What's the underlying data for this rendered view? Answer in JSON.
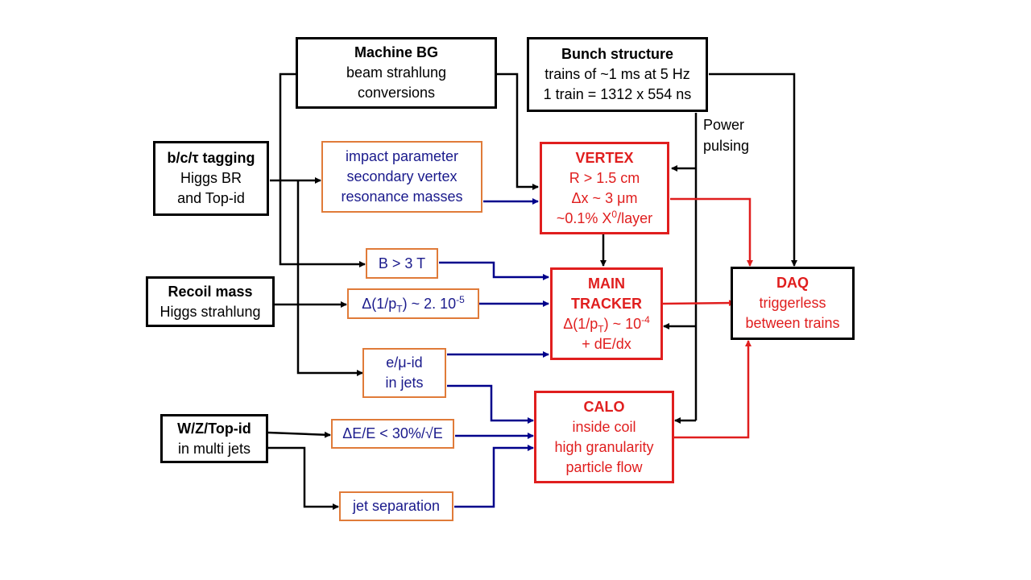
{
  "colors": {
    "requirement_border": "#000000",
    "performance_border": "#E07B39",
    "performance_text": "#1A1A8C",
    "detector_red": "#E01E1E",
    "link_blue": "#00008B"
  },
  "requirements": {
    "machine_bg": {
      "title": "Machine BG",
      "line1": "beam strahlung",
      "line2": "conversions"
    },
    "bunch": {
      "title": "Bunch structure",
      "line1": "trains of ~1 ms at 5 Hz",
      "line2": "1 train = 1312 x 554 ns"
    },
    "btag": {
      "title": "b/c/τ tagging",
      "line1": "Higgs BR",
      "line2": "and Top-id"
    },
    "recoil": {
      "title": "Recoil mass",
      "line1": "Higgs strahlung"
    },
    "wz": {
      "title": "W/Z/Top-id",
      "line1": "in multi jets"
    }
  },
  "performance": {
    "impact": {
      "line1": "impact parameter",
      "line2": "secondary vertex",
      "line3": "resonance masses"
    },
    "bfield": {
      "text": "B > 3 T"
    },
    "momentum": {
      "prefix": "Δ(1/p",
      "sub": "T",
      "mid": ") ~ 2. 10",
      "sup": "-5"
    },
    "eid": {
      "line1": "e/μ-id",
      "line2": "in jets"
    },
    "energy": {
      "text": "ΔE/E < 30%/√E"
    },
    "jetsep": {
      "text": "jet separation"
    }
  },
  "detectors": {
    "vertex": {
      "title": "VERTEX",
      "line1": "R > 1.5 cm",
      "line2": "Δx ~ 3 μm",
      "line3_pre": "~0.1% X",
      "line3_sup": "0",
      "line3_post": "/layer"
    },
    "tracker": {
      "title": "MAIN",
      "title2": "TRACKER",
      "line1_pre": "Δ(1/p",
      "line1_sub": "T",
      "line1_mid": ") ~ 10",
      "line1_sup": "-4",
      "line2": "+ dE/dx"
    },
    "calo": {
      "title": "CALO",
      "line1": "inside coil",
      "line2": "high granularity",
      "line3": "particle flow"
    },
    "daq": {
      "title": "DAQ",
      "line1": "triggerless",
      "line2": "between trains"
    }
  },
  "annotations": {
    "power1": "Power",
    "power2": "pulsing"
  }
}
